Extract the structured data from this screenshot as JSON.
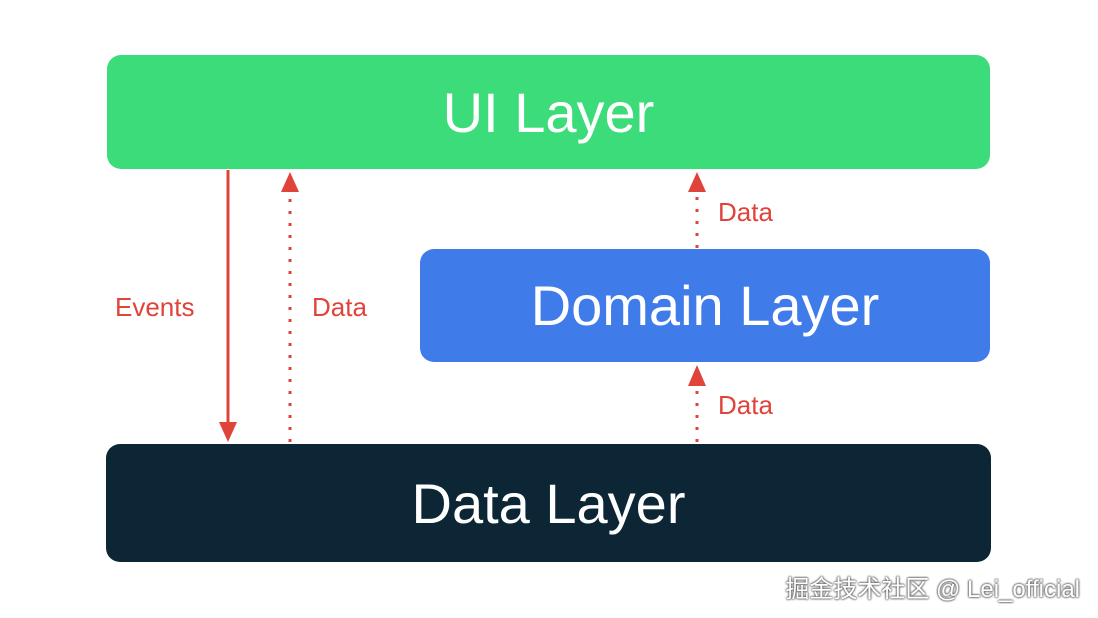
{
  "layers": {
    "ui": "UI Layer",
    "domain": "Domain Layer",
    "data": "Data Layer"
  },
  "edges": {
    "events": "Events",
    "data_ui_from_data": "Data",
    "data_ui_from_domain": "Data",
    "data_domain_from_data": "Data"
  },
  "colors": {
    "ui_layer": "#3ddc7a",
    "domain_layer": "#3f7be9",
    "data_layer": "#0d2635",
    "arrow": "#e0433a"
  },
  "watermark": "掘金技术社区 @ Lei_official"
}
